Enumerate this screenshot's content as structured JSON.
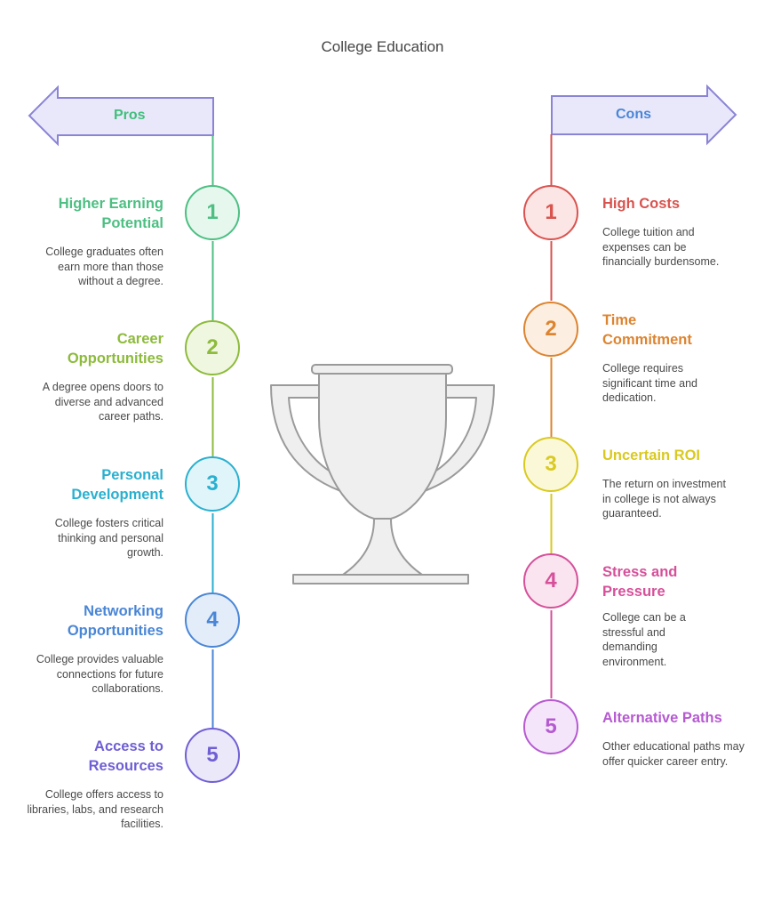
{
  "title": "College Education",
  "pros": {
    "label": "Pros",
    "items": [
      {
        "num": "1",
        "heading": "Higher Earning Potential",
        "text": "College graduates often earn more than those without a degree.",
        "color": "#4dbf83",
        "fill": "#e6f7ed"
      },
      {
        "num": "2",
        "heading": "Career Opportunities",
        "text": "A degree opens doors to diverse and advanced career paths.",
        "color": "#8dbb3c",
        "fill": "#f0f7e1"
      },
      {
        "num": "3",
        "heading": "Personal Development",
        "text": "College fosters critical thinking and personal growth.",
        "color": "#2ab0cf",
        "fill": "#e0f5fa"
      },
      {
        "num": "4",
        "heading": "Networking Opportunities",
        "text": "College provides valuable connections for future collaborations.",
        "color": "#4a86d6",
        "fill": "#e3edfa"
      },
      {
        "num": "5",
        "heading": "Access to Resources",
        "text": "College offers access to libraries, labs, and research facilities.",
        "color": "#6f5fd4",
        "fill": "#ebe8fa"
      }
    ]
  },
  "cons": {
    "label": "Cons",
    "items": [
      {
        "num": "1",
        "heading": "High Costs",
        "text": "College tuition and expenses can be financially burdensome.",
        "color": "#d9534f",
        "fill": "#fbe6e5"
      },
      {
        "num": "2",
        "heading": "Time Commitment",
        "text": "College requires significant time and dedication.",
        "color": "#dd8430",
        "fill": "#fcefe1"
      },
      {
        "num": "3",
        "heading": "Uncertain ROI",
        "text": "The return on investment in college is not always guaranteed.",
        "color": "#d9c921",
        "fill": "#fbf8d8"
      },
      {
        "num": "4",
        "heading": "Stress and Pressure",
        "text": "College can be a stressful and demanding environment.",
        "color": "#d6509a",
        "fill": "#fae4f0"
      },
      {
        "num": "5",
        "heading": "Alternative Paths",
        "text": "Other educational paths may offer quicker career entry.",
        "color": "#b65ad2",
        "fill": "#f4e5fa"
      }
    ]
  },
  "colors": {
    "banner_fill": "#e9e8fb",
    "banner_stroke": "#8a84d6",
    "pros_label": "#3fbf7a",
    "cons_label": "#4a86d6",
    "trophy_fill": "#efefef",
    "trophy_stroke": "#9a9a9a"
  }
}
